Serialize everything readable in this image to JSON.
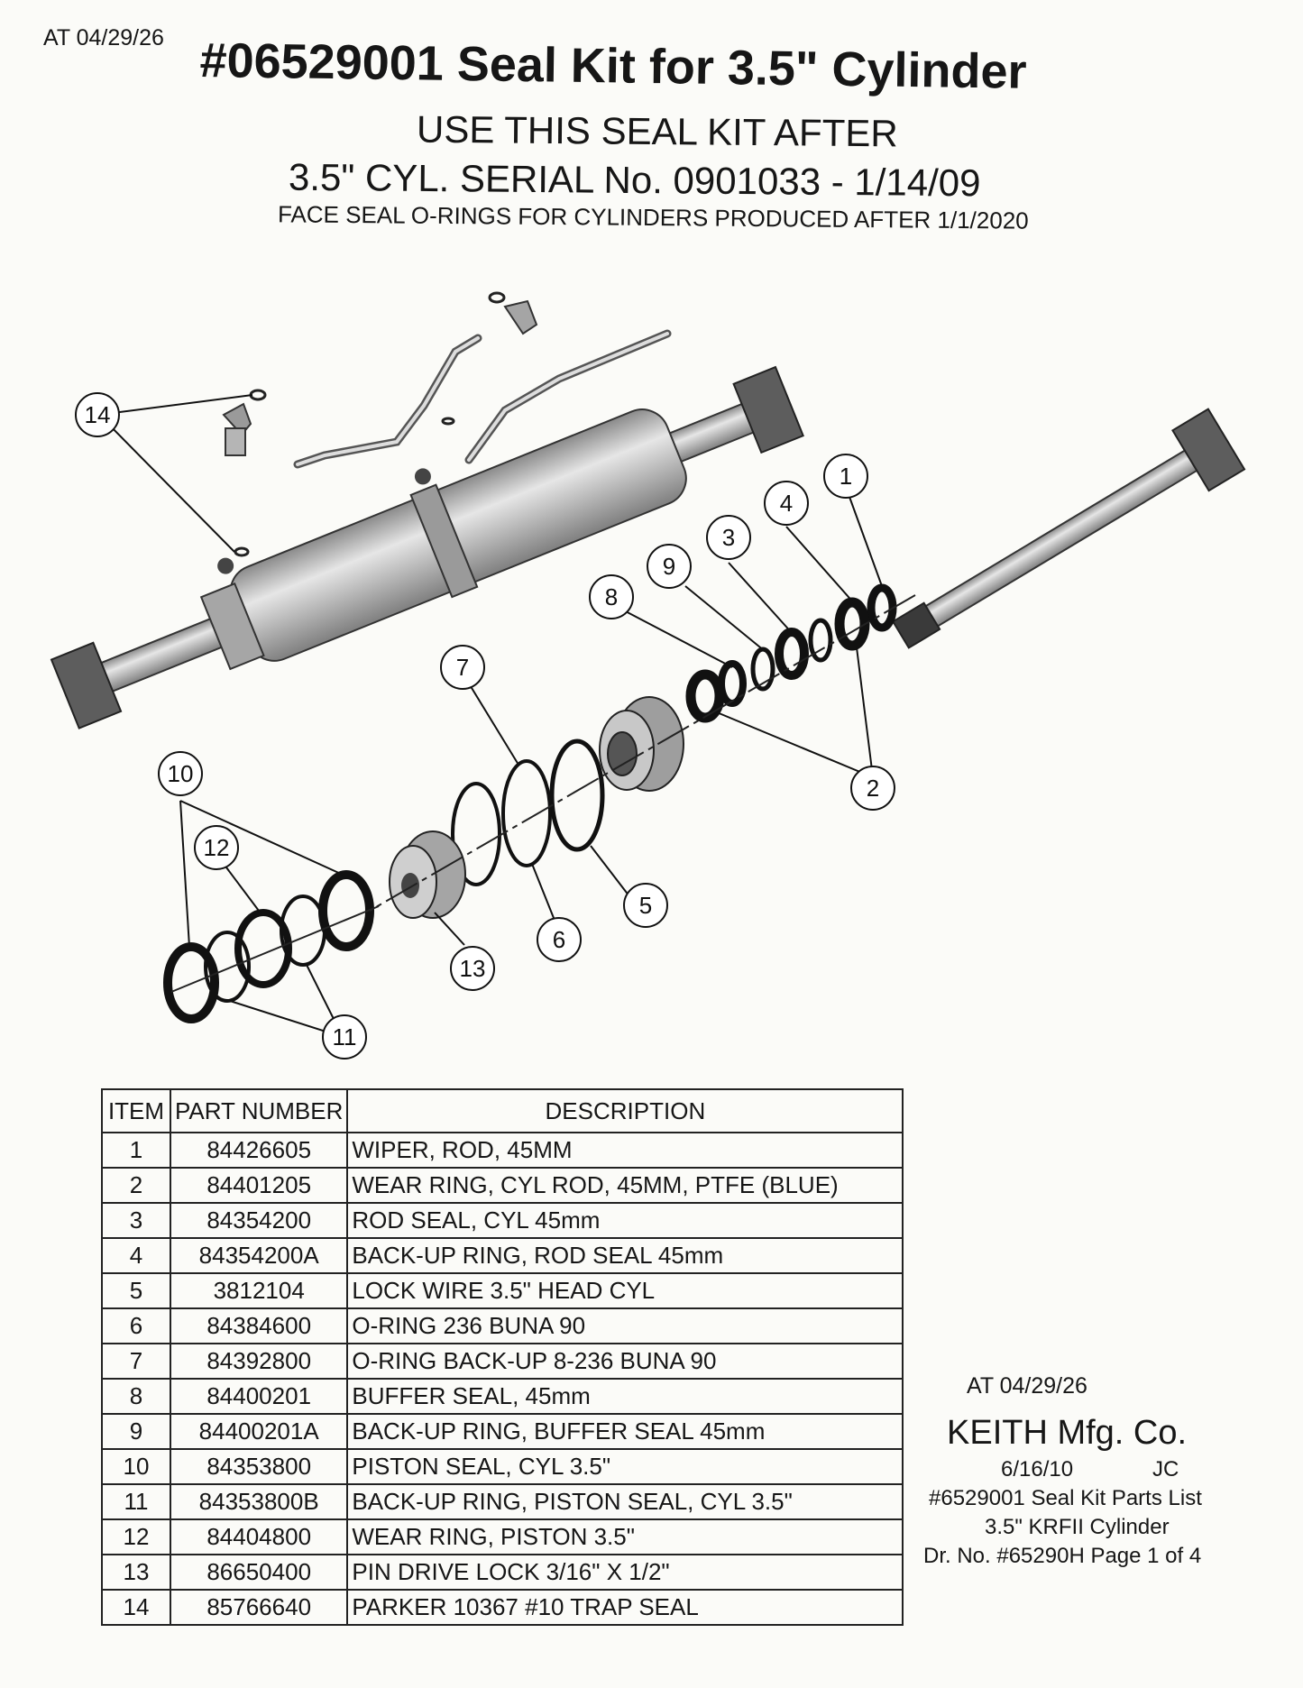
{
  "header": {
    "stamp": "AT 04/29/26",
    "title": "#06529001 Seal Kit for 3.5\" Cylinder",
    "subtitle_1": "USE THIS SEAL KIT AFTER",
    "subtitle_2": "3.5\" CYL.  SERIAL No. 0901033 - 1/14/09",
    "subtitle_3": "FACE SEAL O-RINGS FOR CYLINDERS PRODUCED AFTER 1/1/2020"
  },
  "diagram": {
    "callouts": [
      "1",
      "2",
      "3",
      "4",
      "5",
      "6",
      "7",
      "8",
      "9",
      "10",
      "11",
      "12",
      "13",
      "14"
    ]
  },
  "parts_table": {
    "headers": {
      "item": "ITEM",
      "part_number": "PART NUMBER",
      "description": "DESCRIPTION"
    },
    "rows": [
      {
        "item": "1",
        "part": "84426605",
        "desc": "WIPER, ROD, 45MM"
      },
      {
        "item": "2",
        "part": "84401205",
        "desc": "WEAR RING, CYL ROD, 45MM, PTFE (BLUE)"
      },
      {
        "item": "3",
        "part": "84354200",
        "desc": "ROD SEAL, CYL 45mm"
      },
      {
        "item": "4",
        "part": "84354200A",
        "desc": "BACK-UP RING, ROD SEAL 45mm"
      },
      {
        "item": "5",
        "part": "3812104",
        "desc": "LOCK WIRE 3.5\" HEAD CYL"
      },
      {
        "item": "6",
        "part": "84384600",
        "desc": "O-RING 236 BUNA 90"
      },
      {
        "item": "7",
        "part": "84392800",
        "desc": "O-RING BACK-UP 8-236 BUNA 90"
      },
      {
        "item": "8",
        "part": "84400201",
        "desc": "BUFFER SEAL, 45mm"
      },
      {
        "item": "9",
        "part": "84400201A",
        "desc": "BACK-UP RING, BUFFER SEAL 45mm"
      },
      {
        "item": "10",
        "part": "84353800",
        "desc": "PISTON SEAL, CYL 3.5\""
      },
      {
        "item": "11",
        "part": "84353800B",
        "desc": "BACK-UP RING, PISTON SEAL, CYL 3.5\""
      },
      {
        "item": "12",
        "part": "84404800",
        "desc": "WEAR RING, PISTON 3.5\""
      },
      {
        "item": "13",
        "part": "86650400",
        "desc": "PIN DRIVE LOCK 3/16\" X 1/2\""
      },
      {
        "item": "14",
        "part": "85766640",
        "desc": "PARKER 10367 #10 TRAP SEAL"
      }
    ]
  },
  "title_block": {
    "stamp": "AT 04/29/26",
    "company": "KEITH Mfg. Co.",
    "date": "6/16/10",
    "initials": "JC",
    "line_1": "#6529001 Seal Kit Parts List",
    "line_2": "3.5\" KRFII Cylinder",
    "line_3": "Dr. No. #65290H  Page 1 of 4"
  },
  "colors": {
    "ink": "#161616",
    "paper": "#fbfbf8",
    "metal_light": "#d8d8d8",
    "metal_mid": "#b8b8b8",
    "metal_dark": "#7a7a7a"
  }
}
